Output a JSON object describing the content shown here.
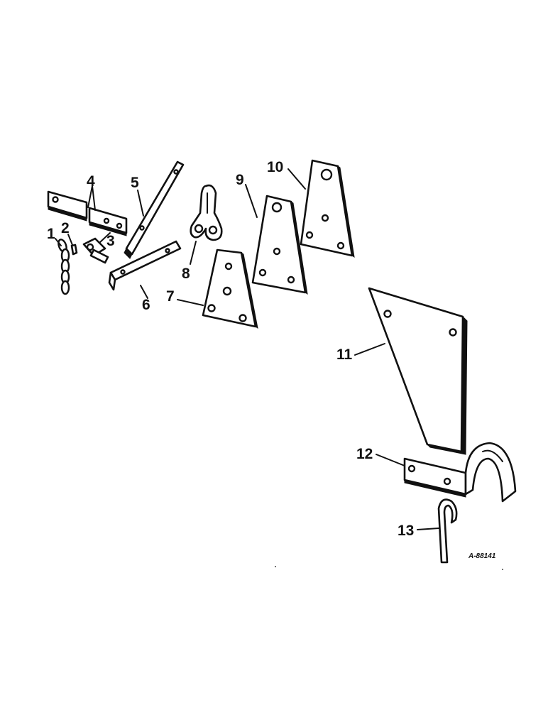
{
  "diagram": {
    "callouts": [
      "1",
      "2",
      "3",
      "4",
      "5",
      "6",
      "7",
      "8",
      "9",
      "10",
      "11",
      "12",
      "13"
    ],
    "drawing_code": "A-88141"
  }
}
